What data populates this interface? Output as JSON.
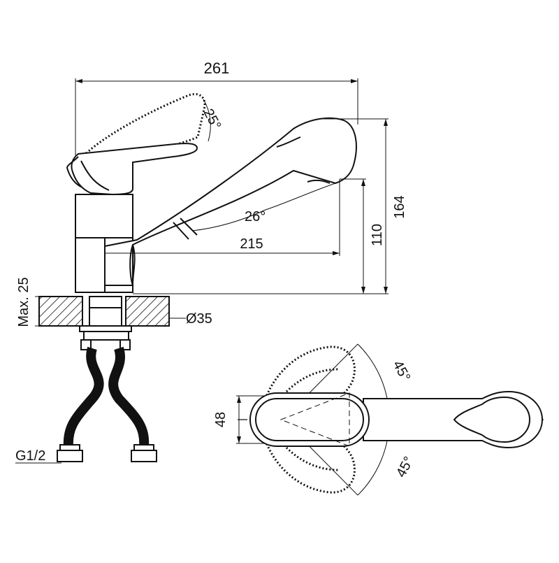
{
  "dimensions": {
    "overall_width": "261",
    "lever_angle": "25°",
    "spout_angle": "26°",
    "spout_reach": "215",
    "spout_height": "110",
    "overall_height": "164",
    "deck_thickness": "Max. 25",
    "hole_diameter": "Ø35",
    "thread": "G1/2",
    "base_width": "48",
    "swivel_angle_upper": "45°",
    "swivel_angle_lower": "45°"
  },
  "colors": {
    "line": "#111111",
    "background": "#ffffff"
  }
}
